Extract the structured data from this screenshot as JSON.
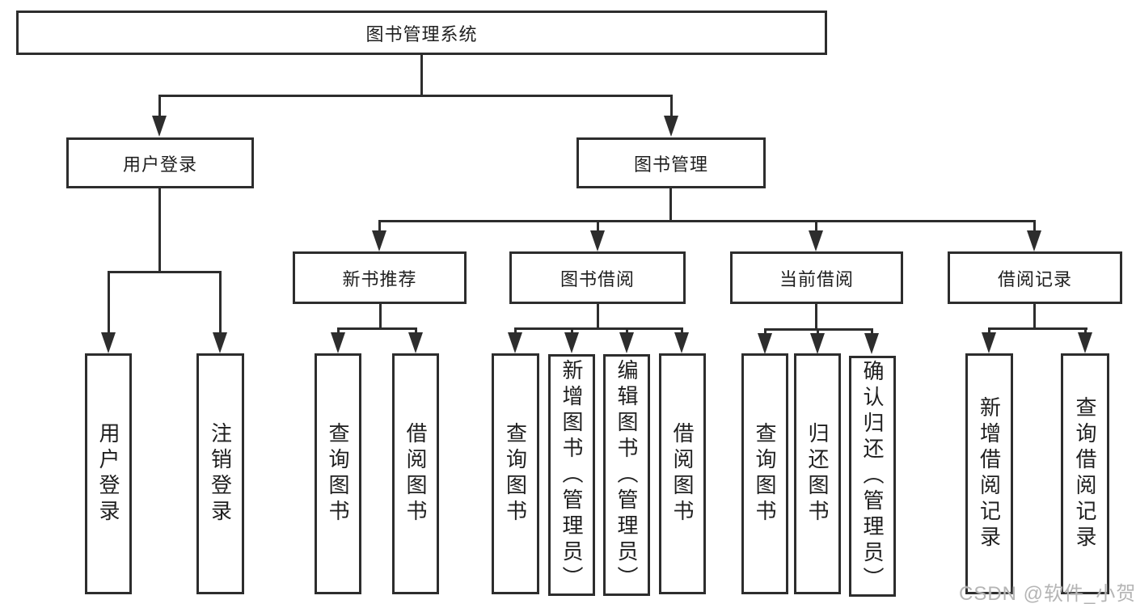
{
  "diagram_title": "图书管理系统",
  "tree": {
    "label": "图书管理系统",
    "children": [
      {
        "label": "用户登录",
        "children": [
          {
            "label": "用户登录"
          },
          {
            "label": "注销登录"
          }
        ]
      },
      {
        "label": "图书管理",
        "children": [
          {
            "label": "新书推荐",
            "children": [
              {
                "label": "查询图书"
              },
              {
                "label": "借阅图书"
              }
            ]
          },
          {
            "label": "图书借阅",
            "children": [
              {
                "label": "查询图书"
              },
              {
                "label": "新增图书（管理员）"
              },
              {
                "label": "编辑图书（管理员）"
              },
              {
                "label": "借阅图书"
              }
            ]
          },
          {
            "label": "当前借阅",
            "children": [
              {
                "label": "查询图书"
              },
              {
                "label": "归还图书"
              },
              {
                "label": "确认归还（管理员）"
              }
            ]
          },
          {
            "label": "借阅记录",
            "children": [
              {
                "label": "新增借阅记录"
              },
              {
                "label": "查询借阅记录"
              }
            ]
          }
        ]
      }
    ]
  },
  "watermark": {
    "text": "CSDN @软件_小贺同学"
  },
  "colors": {
    "line": "#2d2d2d",
    "text": "#1f1f1f",
    "background": "#ffffff",
    "watermark": "#b5b5b5"
  }
}
